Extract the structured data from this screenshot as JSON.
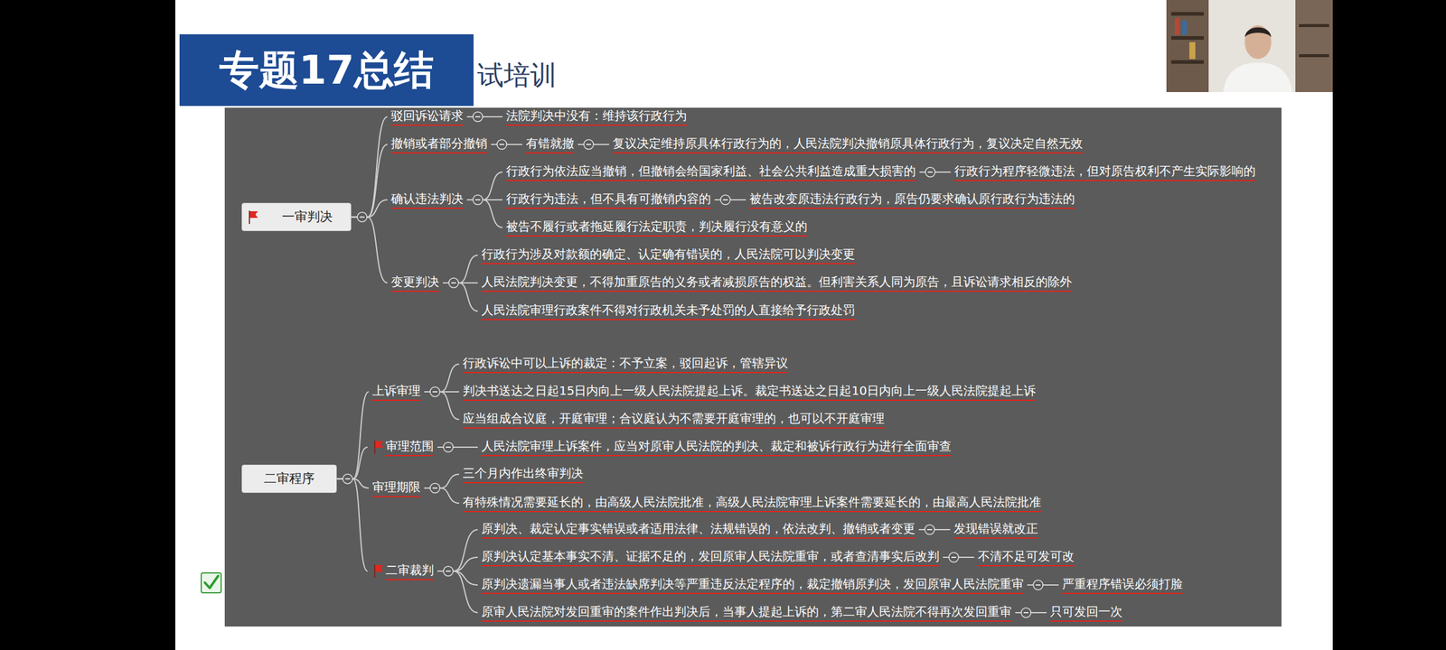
{
  "diagram": {
    "title": "专题17总结",
    "nodes": [
      {
        "text": [
          "一审判决"
        ]
      },
      {
        "text": [
          "驳回诉讼请求"
        ]
      },
      {
        "text": [
          "法院判决中没有：维持该行政行为"
        ]
      },
      {
        "text": [
          "撤销或者部分撤销"
        ]
      },
      {
        "text": [
          "有错就撤"
        ]
      },
      {
        "text": [
          "复议决定维持原具体行政行为的，人民法院判决撤销原具体行政行为，复议决定自然无效"
        ]
      },
      {
        "text": [
          "确认违法判决"
        ]
      },
      {
        "text": [
          "行政行为依法应当撤销，但撤销会给国家利益、社会公共利益造成重大损害的"
        ]
      },
      {
        "text": [
          "行政行为程序轻微违法，但对原告权利不产生实际影响的"
        ]
      },
      {
        "text": [
          "行政行为违法，但不具有可撤销内容的"
        ]
      },
      {
        "text": [
          "被告改变原违法行政行为，原告仍要求确认原行政行为违法的"
        ]
      },
      {
        "text": [
          "被告不履行或者拖延履行法定职责，判决履行没有意义的"
        ]
      },
      {
        "text": [
          "变更判决"
        ]
      },
      {
        "text": [
          "行政行为涉及对款额的确定、认定确有错误的，人民法院可以判决变更"
        ]
      },
      {
        "text": [
          "人民法院判决变更，不得加重原告的义务或者减损原告的权益。但利害关系人同为原告，且诉讼请求相反的除外"
        ]
      },
      {
        "text": [
          "人民法院审理行政案件不得对行政机关未予处罚的人直接给予行政处罚"
        ]
      },
      {
        "text": [
          "二审程序"
        ]
      },
      {
        "text": [
          "上诉审理"
        ]
      },
      {
        "text": [
          "行政诉讼中可以上诉的裁定：不予立案，驳回起诉，管辖异议"
        ]
      },
      {
        "text": [
          "判决书送达之日起15日内向上一级人民法院提起上诉。裁定书送达之日起10日内向上一级人民法院提起上诉"
        ]
      },
      {
        "text": [
          "应当组成合议庭，开庭审理；合议庭认为不需要开庭审理的，也可以不开庭审理"
        ]
      },
      {
        "text": [
          "审理范围"
        ]
      },
      {
        "text": [
          "人民法院审理上诉案件，应当对原审人民法院的判决、裁定和被诉行政行为进行全面审查"
        ]
      },
      {
        "text": [
          "审理期限"
        ]
      },
      {
        "text": [
          "三个月内作出终审判决"
        ]
      },
      {
        "text": [
          "有特殊情况需要延长的，由高级人民法院批准，高级人民法院审理上诉案件需要延长的，由最高人民法院批准"
        ]
      },
      {
        "text": [
          "二审裁判"
        ]
      },
      {
        "text": [
          "原判决、裁定认定事实错误或者适用法律、法规错误的，依法改判、撤销或者变更"
        ]
      },
      {
        "text": [
          "发现错误就改正"
        ]
      },
      {
        "text": [
          "原判决认定基本事实不清、证据不足的，发回原审人民法院重审，或者查清事实后改判"
        ]
      },
      {
        "text": [
          "不清不足可发可改"
        ]
      },
      {
        "text": [
          "原判决遗漏当事人或者违法缺席判决等严重违反法定程序的，裁定撤销原判决，发回原审人民法院重审"
        ]
      },
      {
        "text": [
          "严重程序错误必须打脸"
        ]
      },
      {
        "text": [
          "原审人民法院对发回重审的案件作出判决后，当事人提起上诉的，第二审人民法院不得再次发回重审"
        ]
      },
      {
        "text": [
          "只可发回一次"
        ]
      }
    ],
    "edges": [
      {
        "from": 0,
        "to": 1,
        "arrow": "none"
      },
      {
        "from": 1,
        "to": 2,
        "arrow": "none"
      },
      {
        "from": 0,
        "to": 3,
        "arrow": "none"
      },
      {
        "from": 3,
        "to": 4,
        "arrow": "none"
      },
      {
        "from": 4,
        "to": 5,
        "arrow": "none"
      },
      {
        "from": 0,
        "to": 6,
        "arrow": "none"
      },
      {
        "from": 6,
        "to": 7,
        "arrow": "none"
      },
      {
        "from": 7,
        "to": 8,
        "arrow": "none"
      },
      {
        "from": 6,
        "to": 9,
        "arrow": "none"
      },
      {
        "from": 9,
        "to": 10,
        "arrow": "none"
      },
      {
        "from": 6,
        "to": 11,
        "arrow": "none"
      },
      {
        "from": 0,
        "to": 12,
        "arrow": "none"
      },
      {
        "from": 12,
        "to": 13,
        "arrow": "none"
      },
      {
        "from": 12,
        "to": 14,
        "arrow": "none"
      },
      {
        "from": 12,
        "to": 15,
        "arrow": "none"
      },
      {
        "from": 16,
        "to": 17,
        "arrow": "none"
      },
      {
        "from": 17,
        "to": 18,
        "arrow": "none"
      },
      {
        "from": 17,
        "to": 19,
        "arrow": "none"
      },
      {
        "from": 17,
        "to": 20,
        "arrow": "none"
      },
      {
        "from": 16,
        "to": 21,
        "arrow": "none"
      },
      {
        "from": 21,
        "to": 22,
        "arrow": "none"
      },
      {
        "from": 16,
        "to": 23,
        "arrow": "none"
      },
      {
        "from": 23,
        "to": 24,
        "arrow": "none"
      },
      {
        "from": 23,
        "to": 25,
        "arrow": "none"
      },
      {
        "from": 16,
        "to": 26,
        "arrow": "none"
      },
      {
        "from": 26,
        "to": 27,
        "arrow": "none"
      },
      {
        "from": 27,
        "to": 28,
        "arrow": "none"
      },
      {
        "from": 26,
        "to": 29,
        "arrow": "none"
      },
      {
        "from": 29,
        "to": 30,
        "arrow": "none"
      },
      {
        "from": 26,
        "to": 31,
        "arrow": "none"
      },
      {
        "from": 31,
        "to": 32,
        "arrow": "none"
      },
      {
        "from": 26,
        "to": 33,
        "arrow": "none"
      },
      {
        "from": 33,
        "to": 34,
        "arrow": "none"
      }
    ],
    "labels": [
      "试培训"
    ]
  }
}
